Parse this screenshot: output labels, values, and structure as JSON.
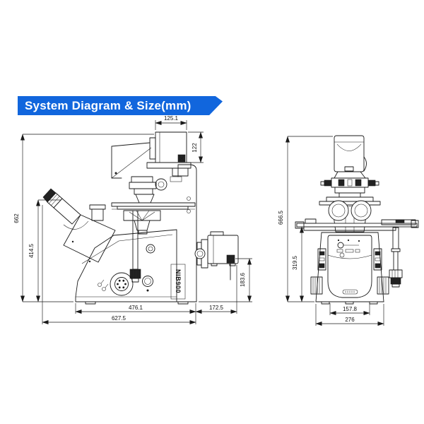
{
  "banner": {
    "title": "System Diagram & Size(mm)"
  },
  "colors": {
    "banner_blue": "#1166dd",
    "line_color": "#1a1a1a"
  },
  "side_view": {
    "model_label": "NIB900",
    "dims": {
      "lamp_width": "125.1",
      "lamp_height": "122",
      "overall_height": "662",
      "eyepiece_height": "414.5",
      "illuminator_height": "183.6",
      "body_depth": "476.1",
      "illuminator_depth": "172.5",
      "overall_depth": "627.5"
    }
  },
  "front_view": {
    "dims": {
      "overall_height": "666.5",
      "stage_height": "319.5",
      "inner_width": "157.8",
      "overall_width": "276"
    }
  }
}
